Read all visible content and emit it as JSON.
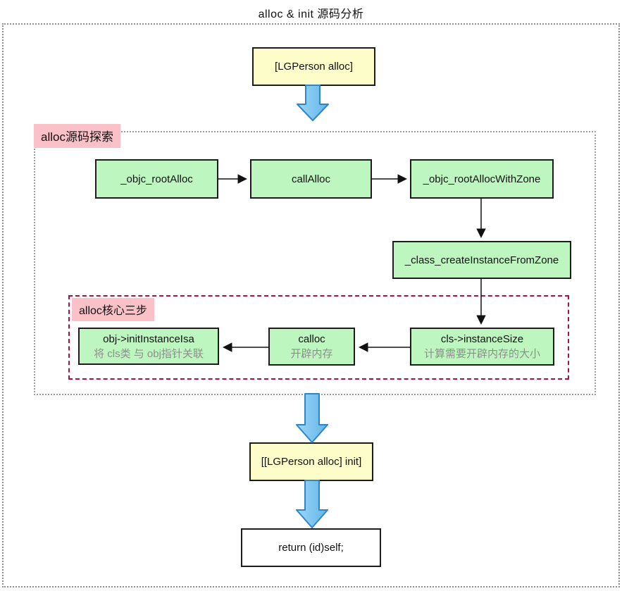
{
  "title": "alloc & init 源码分析",
  "colors": {
    "box_green": "#bdf6be",
    "box_yellow": "#fdfdc9",
    "label_pink": "#fbc1c9",
    "core_border_red": "#a81243",
    "arrow_blue_fill": "#7ac6f0",
    "arrow_blue_stroke": "#2f86c7",
    "outer_border_gray": "#8f8f8f",
    "subtitle_gray": "#8e8e8e"
  },
  "flow": {
    "start_box": {
      "label": "[LGPerson alloc]"
    },
    "alloc_section": {
      "label": "alloc源码探索",
      "boxes": {
        "root_alloc": "_objc_rootAlloc",
        "call_alloc": "callAlloc",
        "root_alloc_with_zone": "_objc_rootAllocWithZone",
        "create_instance_from_zone": "_class_createInstanceFromZone"
      },
      "core_section": {
        "label": "alloc核心三步",
        "steps": [
          {
            "title": "cls->instanceSize",
            "subtitle": "计算需要开辟内存的大小"
          },
          {
            "title": "calloc",
            "subtitle": "开辟内存"
          },
          {
            "title": "obj->initInstanceIsa",
            "subtitle": "将 cls类 与 obj指针关联"
          }
        ]
      }
    },
    "init_box": {
      "label": "[[LGPerson alloc] init]"
    },
    "return_box": {
      "label": "return (id)self;"
    }
  }
}
